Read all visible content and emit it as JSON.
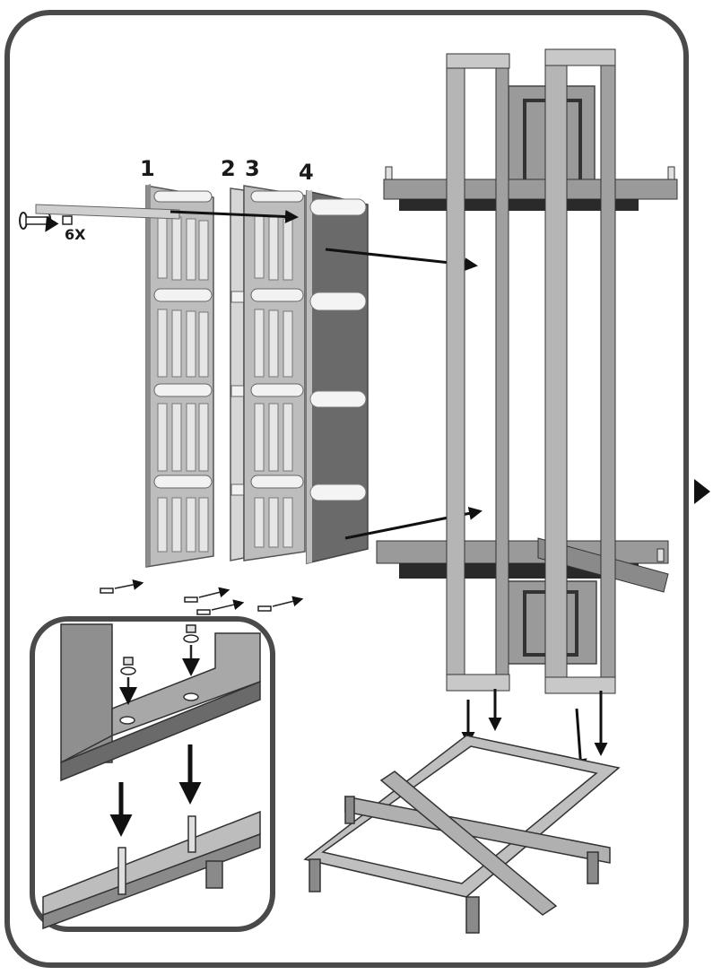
{
  "panel_labels": [
    "1",
    "2",
    "3",
    "4"
  ],
  "screw_quantity": "6X",
  "next_step_icon": "triangle-right-icon",
  "colors": {
    "frame_light": "#bcbcbc",
    "frame_mid": "#a4a4a4",
    "frame_dark": "#5e5e5e",
    "panel_dark": "#6a6a6a",
    "beam_black": "#2a2a2a",
    "border": "#4a4a4a",
    "arrow": "#111111"
  }
}
